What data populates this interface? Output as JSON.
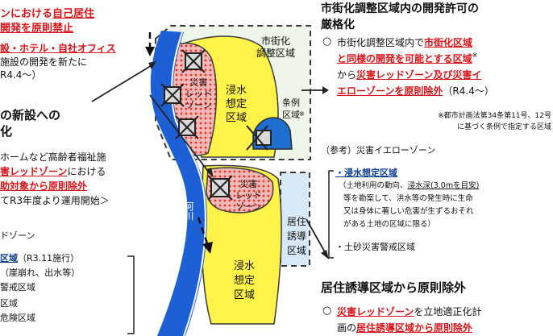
{
  "left_panel": {
    "block1": {
      "line1_tail": "ンにおける",
      "line1_emph": "自己居住",
      "line2_emph": "開発を原則禁止",
      "line3_emph": "設・ホテル・自社オフィス",
      "line4": "施設の開発を新たに",
      "line5": "R4.4〜）"
    },
    "block2": {
      "heading1": "の新設への",
      "heading2": "化",
      "line1": "ホームなど高齢者福祉施",
      "line2_emph": "害レッドゾーン",
      "line2_tail": "における",
      "line3_emph": "助対象から原則除外",
      "line4": "てR3年度より運用開始＞"
    },
    "block3": {
      "line1": "ドゾーン",
      "line2_emph": "区域",
      "line2_tail": "（R3.11施行）",
      "line3": "（崖崩れ、出水等）",
      "line4": "警戒区域",
      "line5": "区域",
      "line6": "危険区域"
    }
  },
  "map": {
    "urbanization_control_area": "市街化\n調整区域",
    "disaster_red_zone_top": "災害\nレッド\nゾーン",
    "flood_area_top": "浸水\n想定\n区域",
    "ordinance_area": "条例\n区域",
    "ordinance_mark": "※",
    "disaster_red_zone_mid": "災害\nレッド\nゾーン",
    "river": "河川",
    "residential_area": "居住\n誘導\n区域",
    "flood_area_bottom": "浸水\n想定\n区域"
  },
  "right_panel": {
    "title_line1": "市街化調整区域内の開発許可の",
    "title_line2": "厳格化",
    "bullet_symbol": "○",
    "p1_line1_pre": "市街化調整区域内で",
    "p1_line1_emph": "市街化区域",
    "p1_line2_emph": "と同様の開発を可能とする区域",
    "p1_line2_mark": "※",
    "p1_line3_pre": "から",
    "p1_line3_emph": "災害レッドゾーン及び災害イ",
    "p1_line4_emph": "エローゾーンを原則除外",
    "p1_line4_tail": "（R4.4〜）",
    "footnote_line1": "※都市計画法第34条第11号、12号",
    "footnote_line2": "に基づく条例で指定する区域",
    "reference": "（参考）災害イエローゾーン",
    "ref_item1_head": "・浸水想定区域",
    "ref_item1_line1_pre": "（土地利用の動向、",
    "ref_item1_line1_u": "浸水深(3.0mを目安)",
    "ref_item1_line2": "等を勘案して、洪水等の発生時に生命",
    "ref_item1_line3": "又は身体に著しい危害が生ずるおそれ",
    "ref_item1_line4": "がある土地の区域に限る）",
    "ref_item2": "・土砂災害警戒区域",
    "title2": "居住誘導区域から原則除外",
    "p2_line1_emph": "災害レッドゾーン",
    "p2_line1_tail": "を立地適正化計",
    "p2_line2_pre": "画の",
    "p2_line2_emph": "居住誘導区域から原則除外"
  }
}
